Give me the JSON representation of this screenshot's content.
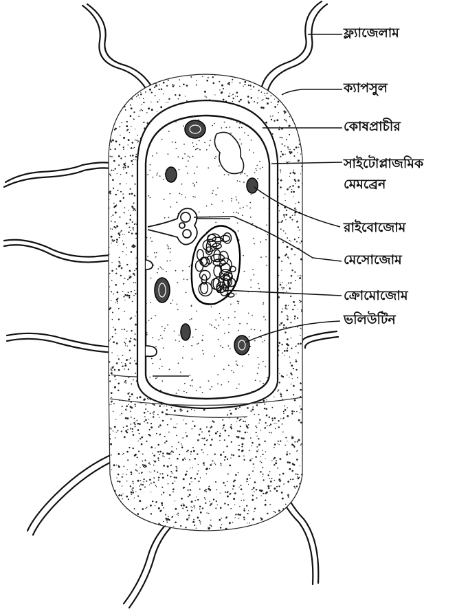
{
  "diagram": {
    "labels": {
      "flagellum": "ফ্ল্যাজেলাম",
      "capsule": "ক্যাপসুল",
      "cell_wall": "কোষপ্রাচীর",
      "cytoplasmic_membrane_line1": "সাইটোপ্লাজমিক",
      "cytoplasmic_membrane_line2": "মেমব্রেন",
      "ribosome": "রাইবোজোম",
      "mesosome": "মেসোজোম",
      "chromosome": "ক্রোমোজোম",
      "volutin": "ভলিউটিন"
    }
  }
}
